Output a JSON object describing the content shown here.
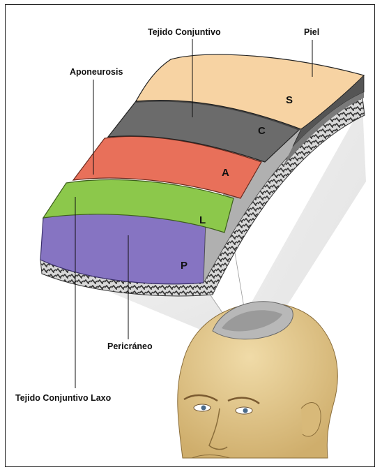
{
  "labels": {
    "piel": "Piel",
    "tejido_conjuntivo": "Tejido Conjuntivo",
    "aponeurosis": "Aponeurosis",
    "pericraneo": "Pericráneo",
    "tejido_conjuntivo_laxo": "Tejido Conjuntivo Laxo"
  },
  "layer_letters": {
    "s": "S",
    "c": "C",
    "a": "A",
    "l": "L",
    "p": "P"
  },
  "layer_colors": {
    "skin": "#f7d3a3",
    "connective": "#6b6b6b",
    "aponeurosis": "#e8705a",
    "loose_connective": "#8cc84b",
    "pericranium": "#8674c2",
    "bone": "#c9c9c9",
    "head": "#e2c88f"
  }
}
